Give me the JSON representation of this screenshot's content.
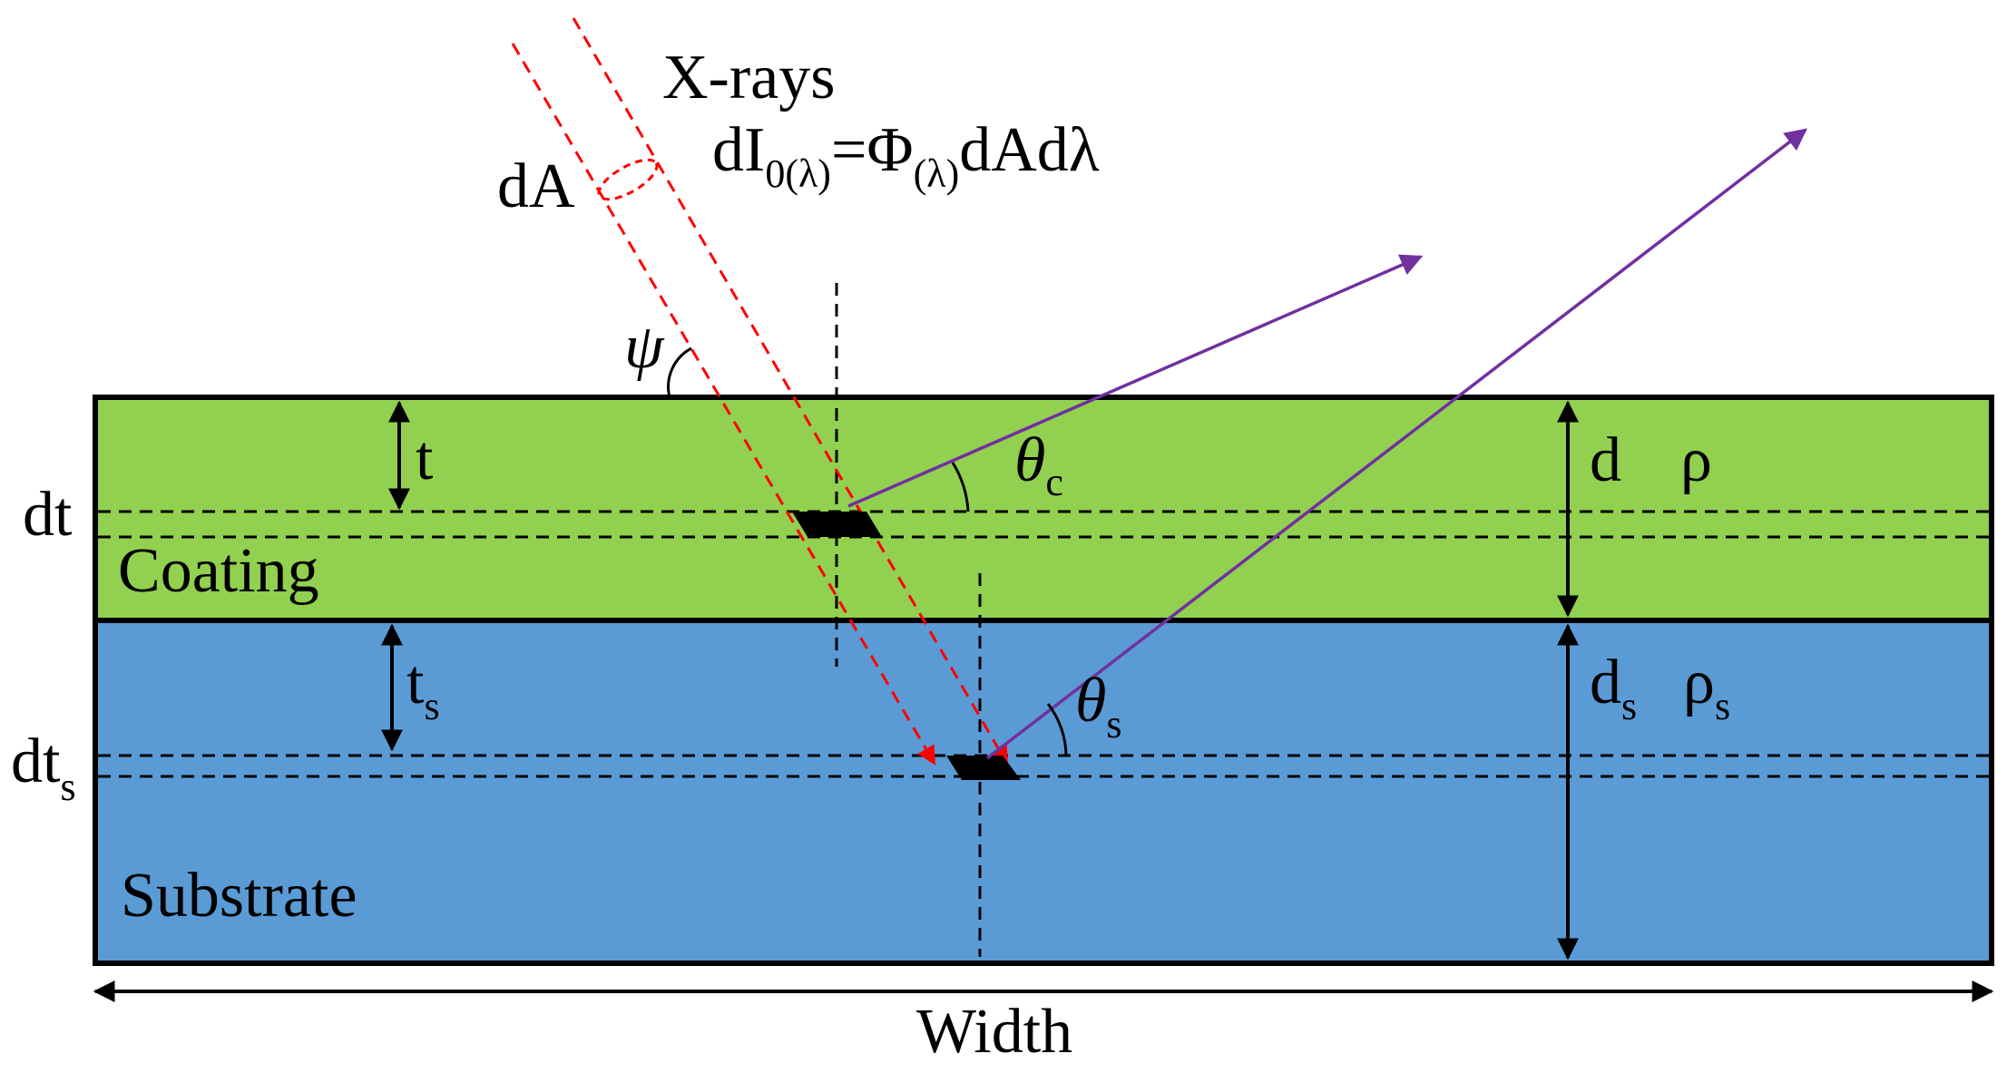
{
  "labels": {
    "xrays": "X-rays",
    "flux_eq": {
      "a": "dI",
      "a_sub": "0(λ)",
      "b": "=Φ",
      "b_sub": "(λ)",
      "c": "dAdλ"
    },
    "dA": "dA",
    "psi": "ψ",
    "t": "t",
    "dt": "dt",
    "coating": "Coating",
    "theta_c": {
      "main": "θ",
      "sub": "c"
    },
    "d": "d",
    "rho": "ρ",
    "t_s": {
      "main": "t",
      "sub": "s"
    },
    "dt_s": {
      "main": "dt",
      "sub": "s"
    },
    "theta_s": {
      "main": "θ",
      "sub": "s"
    },
    "d_s": {
      "main": "d",
      "sub": "s"
    },
    "rho_s": {
      "main": "ρ",
      "sub": "s"
    },
    "substrate": "Substrate",
    "width": "Width"
  },
  "colors": {
    "coating": "#92d050",
    "substrate": "#5b9bd5",
    "xray": "#ff0000",
    "emission": "#7030a0",
    "outline": "#000000"
  }
}
